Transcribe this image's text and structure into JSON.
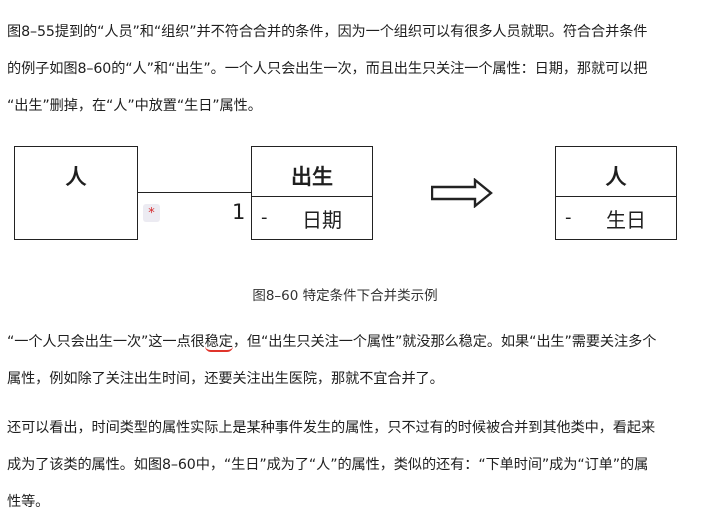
{
  "paragraph1": {
    "line1": "图8–55提到的“人员”和“组织”并不符合合并的条件，因为一个组织可以有很多人员就职。符合合并条件",
    "line2": "的例子如图8–60的“人”和“出生”。一个人只会出生一次，而且出生只关注一个属性：日期，那就可以把",
    "line3": "“出生”删掉，在“人”中放置“生日”属性。"
  },
  "diagram": {
    "left_class": {
      "name": "人"
    },
    "middle_class": {
      "name": "出生",
      "attr_prefix": "-",
      "attribute": "日期"
    },
    "right_class": {
      "name": "人",
      "attr_prefix": "-",
      "attribute": "生日"
    },
    "multiplicity_many": "*",
    "multiplicity_one": "1",
    "arrow_icon": "hollow-right-arrow"
  },
  "caption": "图8–60 特定条件下合并类示例",
  "paragraph2": {
    "line1_before": "“一个人只会出生一次”这一点很",
    "line1_underlined": "稳定",
    "line1_after": "，但“出生只关注一个属性”就没那么稳定。如果“出生”需要关注多个",
    "line2": "属性，例如除了关注出生时间，还要关注出生医院，那就不宜合并了。"
  },
  "paragraph3": {
    "line1": "还可以看出，时间类型的属性实际上是某种事件发生的属性，只不过有的时候被合并到其他类中，看起来",
    "line2": "成为了该类的属性。如图8–60中，“生日”成为了“人”的属性，类似的还有：“下单时间”成为“订单”的属",
    "line3": "性等。"
  },
  "colors": {
    "text": "#1f1f1f",
    "underline": "#e0342b",
    "multiplicity_star": "#d6282b"
  }
}
